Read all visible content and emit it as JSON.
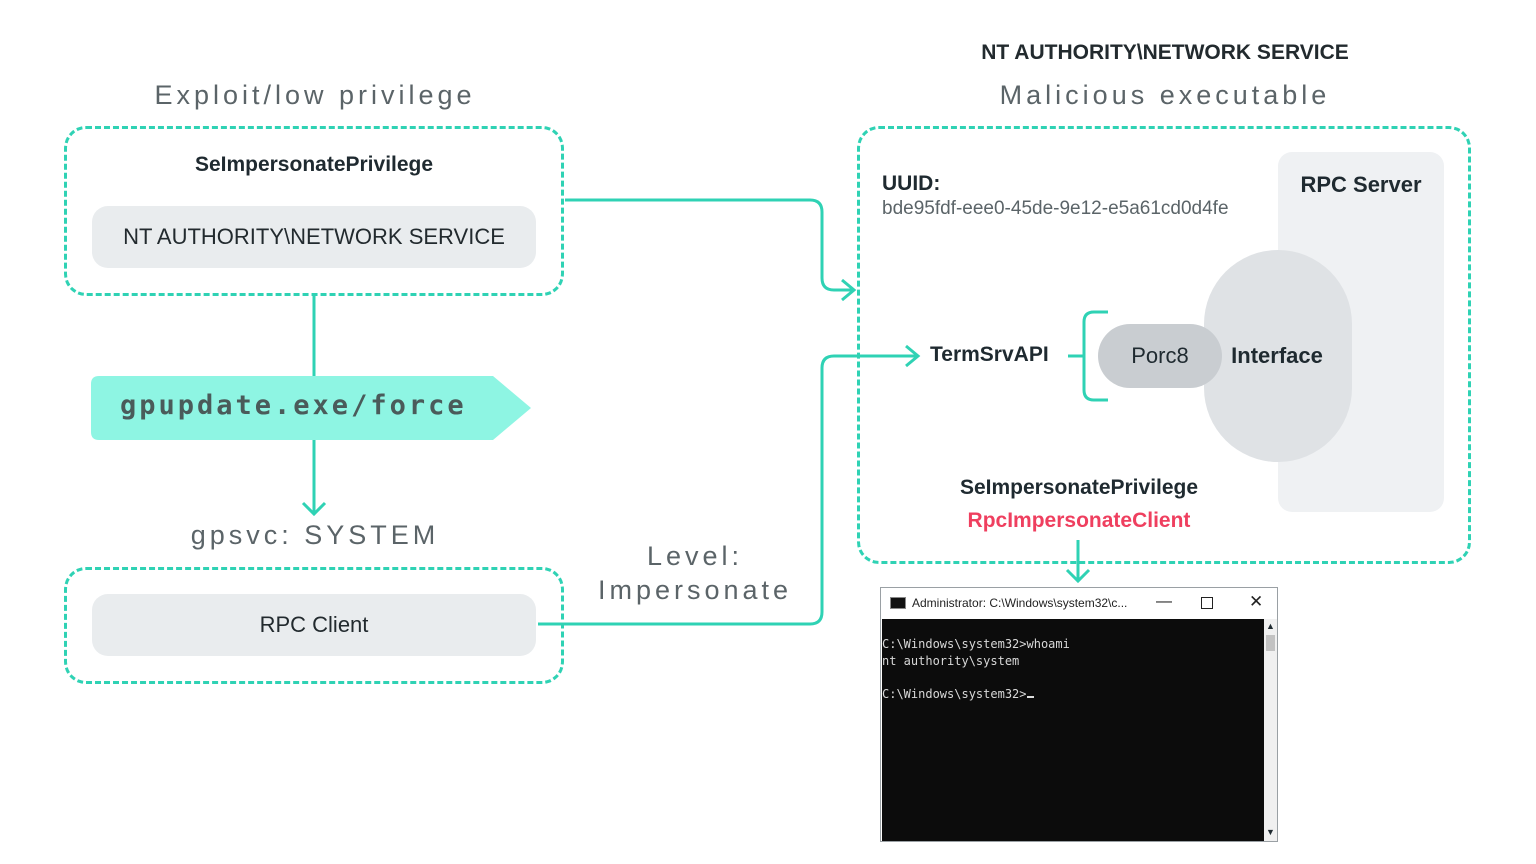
{
  "left": {
    "exploit_heading": "Exploit/low privilege",
    "privilege_title": "SeImpersonatePrivilege",
    "account": "NT AUTHORITY\\NETWORK SERVICE",
    "command": "gpupdate.exe/force",
    "gpsvc_heading": "gpsvc: SYSTEM",
    "rpc_client": "RPC Client",
    "level_line1": "Level:",
    "level_line2": "Impersonate"
  },
  "right": {
    "account_heading": "NT AUTHORITY\\NETWORK SERVICE",
    "malicious_heading": "Malicious executable",
    "uuid_label": "UUID:",
    "uuid_value": "bde95fdf-eee0-45de-9e12-e5a61cd0d4fe",
    "rpc_server": "RPC Server",
    "termsrvapi": "TermSrvAPI",
    "porc8": "Porc8",
    "interface": "Interface",
    "privilege": "SeImpersonatePrivilege",
    "rpc_impersonate": "RpcImpersonateClient"
  },
  "terminal": {
    "title": "Administrator: C:\\Windows\\system32\\c...",
    "line1": "C:\\Windows\\system32>whoami",
    "line2": "nt authority\\system",
    "line3": "C:\\Windows\\system32>"
  },
  "colors": {
    "teal": "#2fd2b4",
    "mint": "#8ef5e3",
    "red": "#ef3f5f",
    "pill": "#e9ecee",
    "node": "#c9cdd1"
  },
  "icons": [
    "cmd-icon",
    "minimize-icon",
    "maximize-icon",
    "close-icon",
    "scroll-up-icon",
    "scroll-down-icon"
  ]
}
